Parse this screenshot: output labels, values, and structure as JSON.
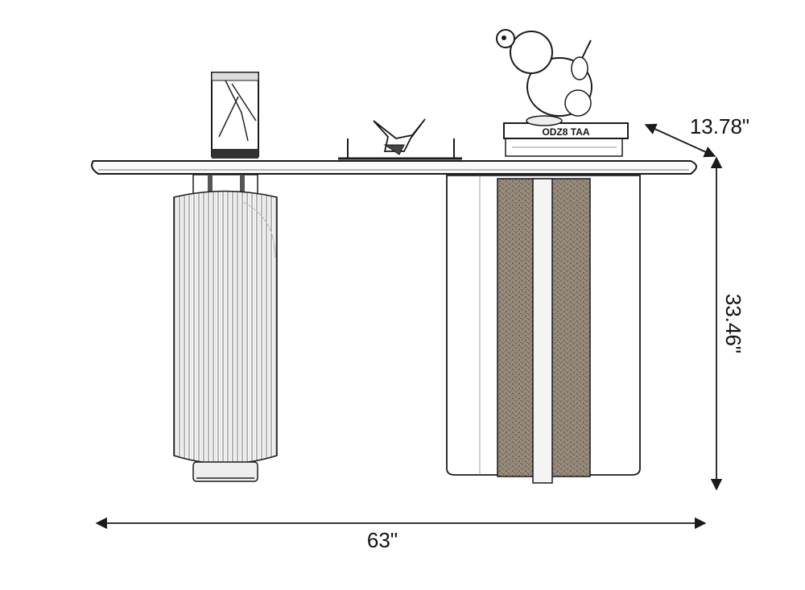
{
  "dimensions": {
    "depth": "13.78\"",
    "height": "33.46\"",
    "width": "63\""
  },
  "props": {
    "book_top_text": "ODZ8 TAA",
    "book_spine_small": "——— ———— ———"
  },
  "colors": {
    "line": "#1a1a1a",
    "wood": "#8a7a66",
    "background": "#ffffff"
  },
  "icons": [
    "vase-icon",
    "paper-crane-icon",
    "balloon-dog-icon",
    "book-stack-icon"
  ]
}
